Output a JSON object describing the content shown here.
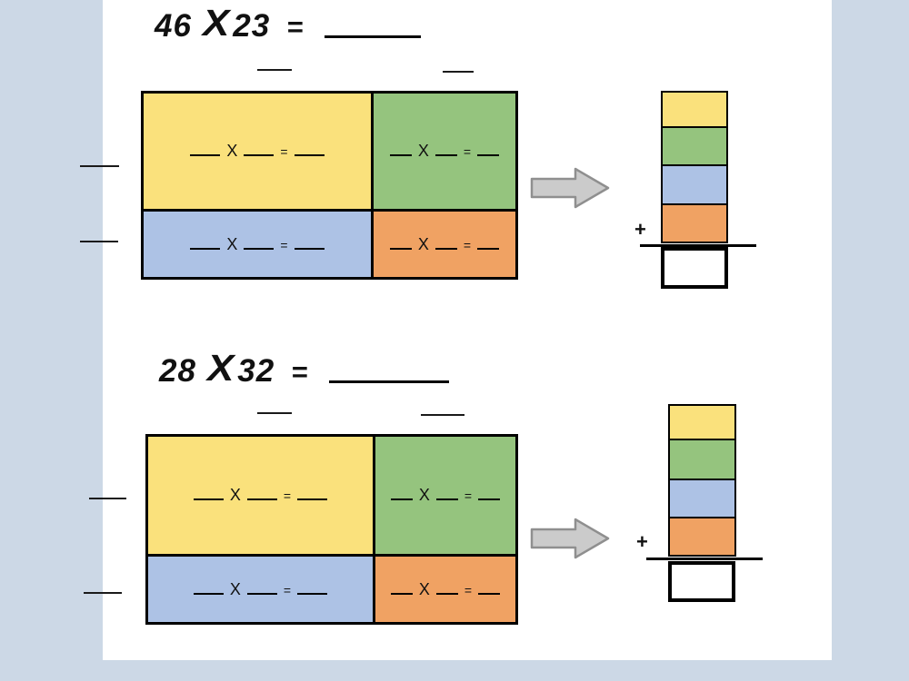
{
  "colors": {
    "background": "#ccd8e6",
    "paper": "#ffffff",
    "yellow": "#fae17c",
    "green": "#95c47e",
    "blue": "#adc2e5",
    "orange": "#f0a263",
    "arrow_fill": "#cbcbcb",
    "arrow_outline": "#8f8f8f",
    "line": "#000000"
  },
  "problems": [
    {
      "factor_a": "46",
      "times": "X",
      "factor_b": "23",
      "equals": "=",
      "plus": "+",
      "cells": [
        {
          "id": "yellow",
          "times": "X",
          "equals": "="
        },
        {
          "id": "green",
          "times": "X",
          "equals": "="
        },
        {
          "id": "blue",
          "times": "X",
          "equals": "="
        },
        {
          "id": "orange",
          "times": "X",
          "equals": "="
        }
      ]
    },
    {
      "factor_a": "28",
      "times": "X",
      "factor_b": "32",
      "equals": "=",
      "plus": "+",
      "cells": [
        {
          "id": "yellow",
          "times": "X",
          "equals": "="
        },
        {
          "id": "green",
          "times": "X",
          "equals": "="
        },
        {
          "id": "blue",
          "times": "X",
          "equals": "="
        },
        {
          "id": "orange",
          "times": "X",
          "equals": "="
        }
      ]
    }
  ]
}
